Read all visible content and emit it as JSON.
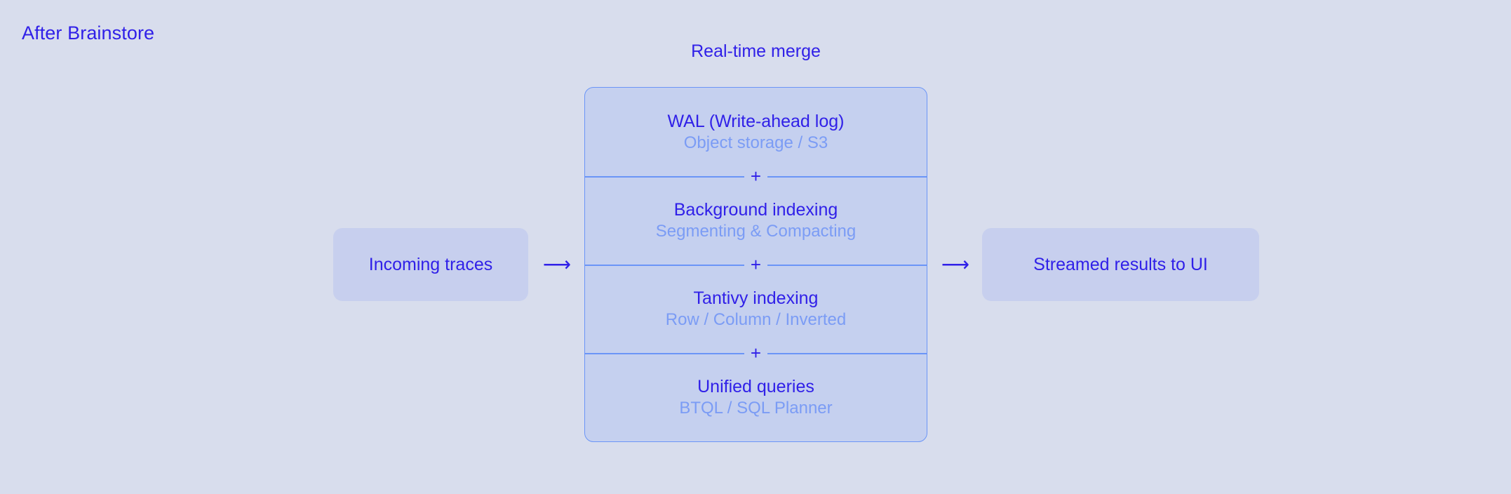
{
  "diagram": {
    "title": "After Brainstore",
    "background_color": "#d8dded",
    "accent_color": "#3020e8",
    "subtitle_color": "#7b9cf5",
    "border_color": "#6b95f7",
    "panel_fill": "#c5d0ef"
  },
  "input_box": {
    "label": "Incoming traces"
  },
  "output_box": {
    "label": "Streamed results to UI"
  },
  "arrows": {
    "input_to_stack": "⟶",
    "stack_to_output": "⟶"
  },
  "stack": {
    "heading": "Real-time merge",
    "divider_symbol": "+",
    "rows": [
      {
        "title": "WAL (Write-ahead log)",
        "subtitle": "Object storage / S3"
      },
      {
        "title": "Background indexing",
        "subtitle": "Segmenting & Compacting"
      },
      {
        "title": "Tantivy indexing",
        "subtitle": "Row / Column / Inverted"
      },
      {
        "title": "Unified queries",
        "subtitle": "BTQL / SQL Planner"
      }
    ]
  }
}
